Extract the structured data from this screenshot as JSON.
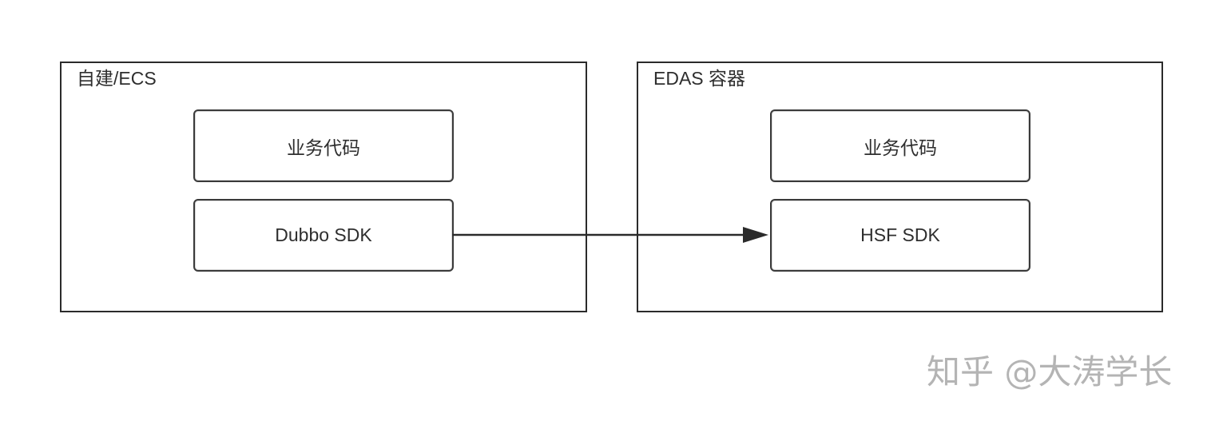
{
  "diagram": {
    "containers": [
      {
        "label": "自建/ECS",
        "boxes": [
          "业务代码",
          "Dubbo SDK"
        ]
      },
      {
        "label": "EDAS 容器",
        "boxes": [
          "业务代码",
          "HSF SDK"
        ]
      }
    ],
    "connections": [
      {
        "from_container": 0,
        "from_box": 1,
        "to_container": 1,
        "to_box": 1,
        "style": "solid-arrow"
      }
    ]
  },
  "colors": {
    "stroke": "#2b2b2b",
    "text": "#2e2e2e",
    "watermark": "#b4b4b4"
  },
  "watermark": "知乎 @大涛学长"
}
